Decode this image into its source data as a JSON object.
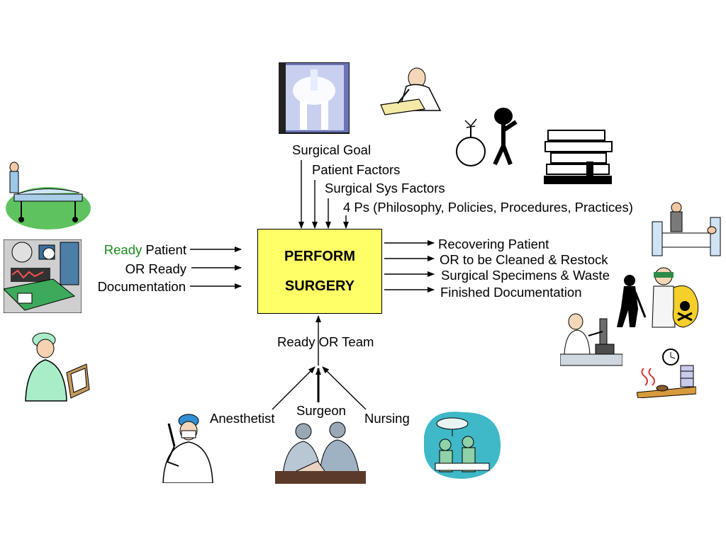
{
  "process": {
    "line1": "PERFORM",
    "line2": "SURGERY"
  },
  "controls": [
    "Surgical Goal",
    "Patient Factors",
    "Surgical Sys Factors",
    "4 Ps (Philosophy, Policies, Procedures, Practices)"
  ],
  "inputs": {
    "ready_word": "Ready",
    "patient_word": "Patient",
    "or_ready": "OR Ready",
    "documentation": "Documentation"
  },
  "outputs": [
    "Recovering Patient",
    "OR to be Cleaned & Restock",
    "Surgical Specimens & Waste",
    "Finished Documentation"
  ],
  "mechanisms": {
    "team": "Ready OR Team",
    "anesthetist": "Anesthetist",
    "surgeon": "Surgeon",
    "nursing": "Nursing"
  },
  "colors": {
    "box_fill": "#ffff66",
    "ready_text": "#1b8a1b"
  },
  "icons": [
    "pelvis-xray-icon",
    "doctor-writing-icon",
    "bomb-thinking-figure-icon",
    "stacked-books-icon",
    "patient-on-gurney-icon",
    "or-monitors-instruments-icon",
    "nurse-clipboard-icon",
    "patient-in-bed-icon",
    "janitor-hazard-waste-icon",
    "scientist-microscope-icon",
    "clock-desk-icon",
    "anesthetist-syringe-icon",
    "surgeons-operating-icon",
    "operating-room-icon"
  ]
}
